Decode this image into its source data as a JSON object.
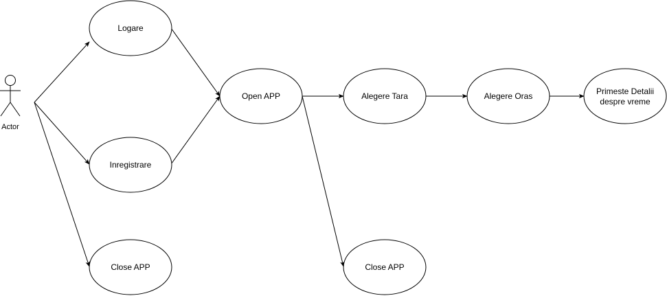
{
  "diagram": {
    "actor": {
      "label": "Actor"
    },
    "nodes": {
      "logare": "Logare",
      "inregistrare": "Inregistrare",
      "close_left": "Close APP",
      "open_app": "Open APP",
      "alegere_tara": "Alegere Tara",
      "alegere_oras": "Alegere Oras",
      "primeste_line1": "Primeste Detalii",
      "primeste_line2": "despre vreme",
      "close_bottom": "Close APP"
    },
    "edges": [
      {
        "from": "actor",
        "to": "logare"
      },
      {
        "from": "actor",
        "to": "inregistrare"
      },
      {
        "from": "actor",
        "to": "close_left"
      },
      {
        "from": "logare",
        "to": "open_app"
      },
      {
        "from": "inregistrare",
        "to": "open_app"
      },
      {
        "from": "open_app",
        "to": "alegere_tara"
      },
      {
        "from": "open_app",
        "to": "close_bottom"
      },
      {
        "from": "alegere_tara",
        "to": "alegere_oras"
      },
      {
        "from": "alegere_oras",
        "to": "primeste_detalii"
      }
    ],
    "colors": {
      "stroke": "#000000",
      "fill": "#ffffff",
      "text": "#000000"
    }
  }
}
